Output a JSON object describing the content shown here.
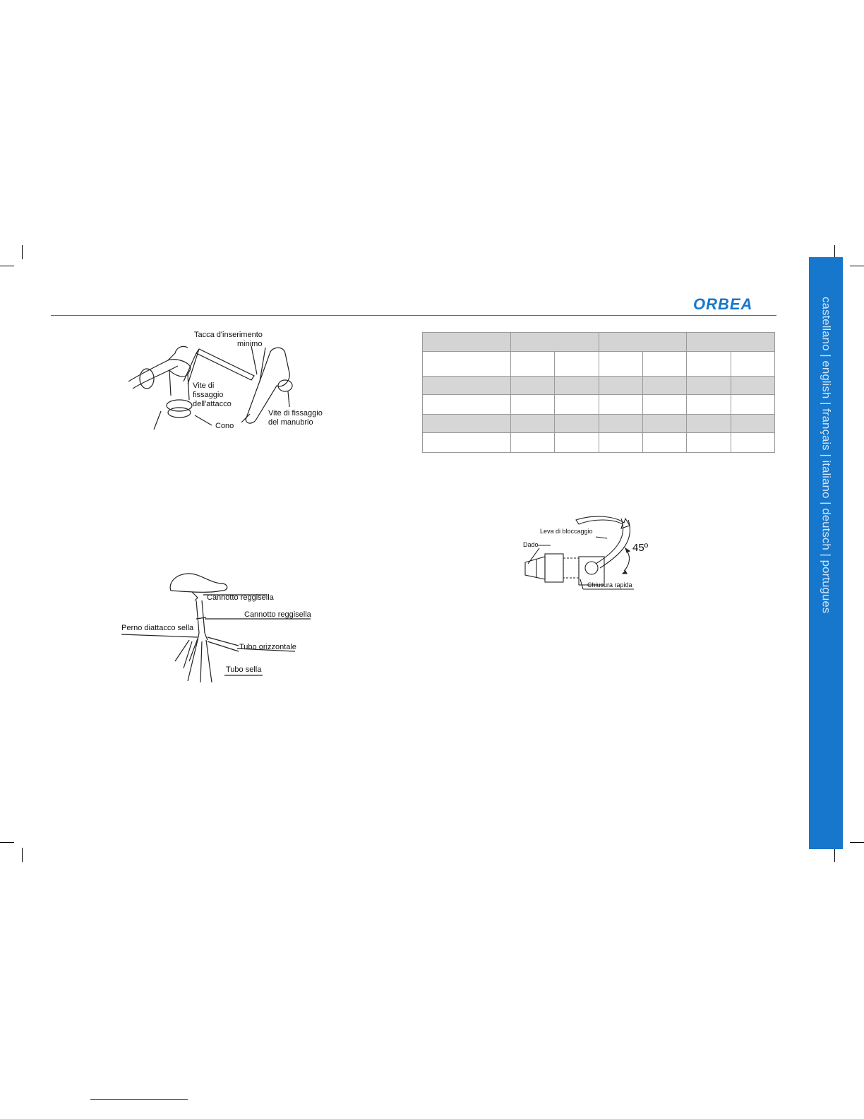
{
  "brand": {
    "logo_text": "ORBEA",
    "accent_color": "#1677cc"
  },
  "side_tab": {
    "languages": "castellano | english | français | italiano | deutsch | portugues"
  },
  "figure_stem": {
    "labels": {
      "min_insertion": "Tacca d'inserimento",
      "min_insertion_2": "minimo",
      "stem_bolt": "Vite di",
      "stem_bolt_2": "fissaggio",
      "stem_bolt_3": "dell'attacco",
      "cone": "Cono",
      "bar_bolt": "Vite di fissaggio",
      "bar_bolt_2": "del manubrio"
    }
  },
  "figure_seatpost": {
    "labels": {
      "seatpost_1": "Cannotto reggisella",
      "seatpost_2": "Cannotto reggisella",
      "saddle_pin": "Perno diattacco sella",
      "top_tube": "Tubo orizzontale",
      "seat_tube": "Tubo sella"
    }
  },
  "figure_quick_release": {
    "labels": {
      "lever": "Leva di bloccaggio",
      "nut": "Dado",
      "angle": "45º",
      "quick_release": "Chiusura rapida"
    }
  },
  "table": {
    "header_cells": [
      "",
      "",
      "",
      ""
    ],
    "rows": 5,
    "columns": 7
  }
}
